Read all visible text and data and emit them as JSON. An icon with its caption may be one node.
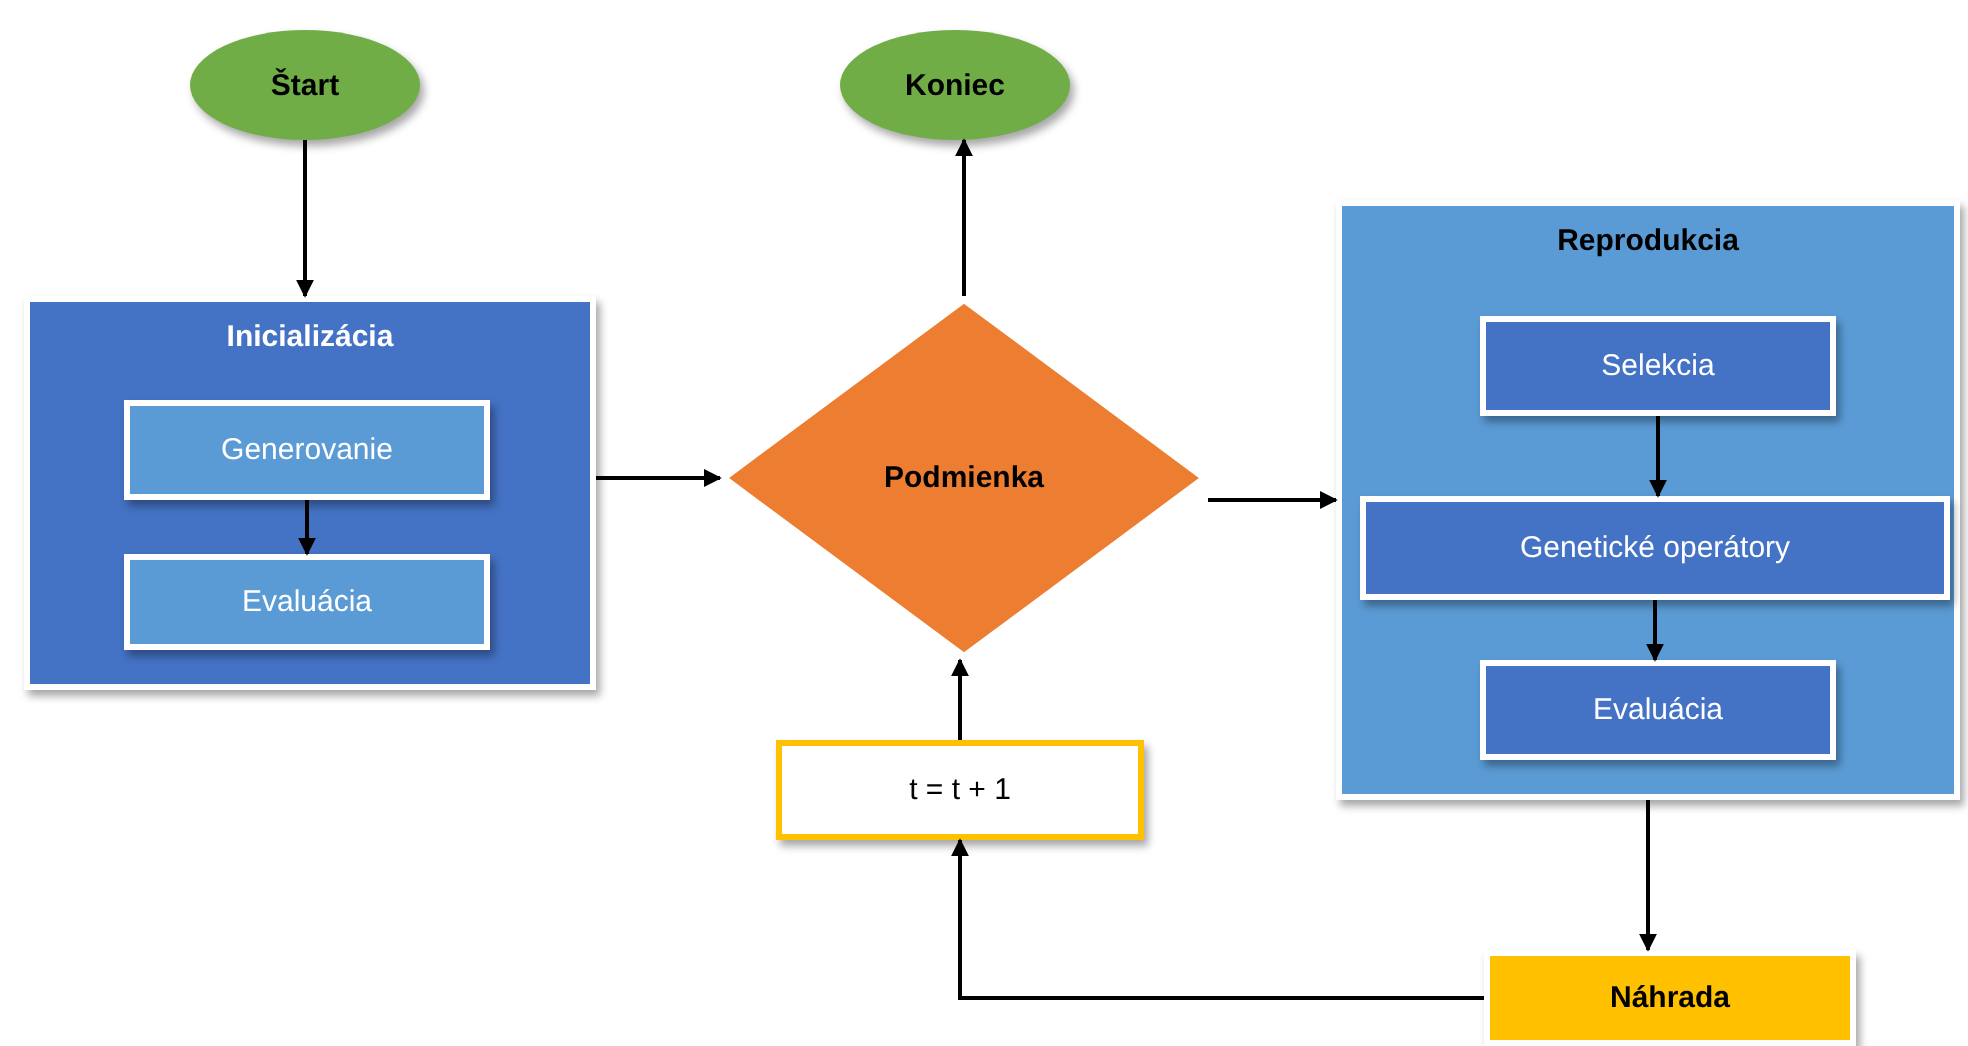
{
  "diagram": {
    "nodes": [
      {
        "text": [
          "Štart"
        ]
      },
      {
        "text": [
          "Koniec"
        ]
      },
      {
        "text": [
          "Inicializácia"
        ]
      },
      {
        "text": [
          "Generovanie"
        ],
        "in": 2
      },
      {
        "text": [
          "Evaluácia"
        ],
        "in": 2
      },
      {
        "text": [
          "Podmienka"
        ]
      },
      {
        "text": [
          "Reprodukcia"
        ]
      },
      {
        "text": [
          "Selekcia"
        ],
        "in": 6
      },
      {
        "text": [
          "Genetické operátory"
        ],
        "in": 6
      },
      {
        "text": [
          "Evaluácia"
        ],
        "in": 6
      },
      {
        "text": [
          "t = t + 1"
        ]
      },
      {
        "text": [
          "Náhrada"
        ]
      }
    ],
    "edges": [
      {
        "from": 0,
        "to": 2,
        "arrow": "to"
      },
      {
        "from": 3,
        "to": 4,
        "arrow": "to"
      },
      {
        "from": 2,
        "to": 5,
        "arrow": "to"
      },
      {
        "from": 5,
        "to": 1,
        "arrow": "to"
      },
      {
        "from": 5,
        "to": 6,
        "arrow": "to"
      },
      {
        "from": 7,
        "to": 8,
        "arrow": "to"
      },
      {
        "from": 8,
        "to": 9,
        "arrow": "to"
      },
      {
        "from": 6,
        "to": 11,
        "arrow": "to"
      },
      {
        "from": 11,
        "to": 10,
        "arrow": "to"
      },
      {
        "from": 10,
        "to": 5,
        "arrow": "to"
      }
    ]
  }
}
